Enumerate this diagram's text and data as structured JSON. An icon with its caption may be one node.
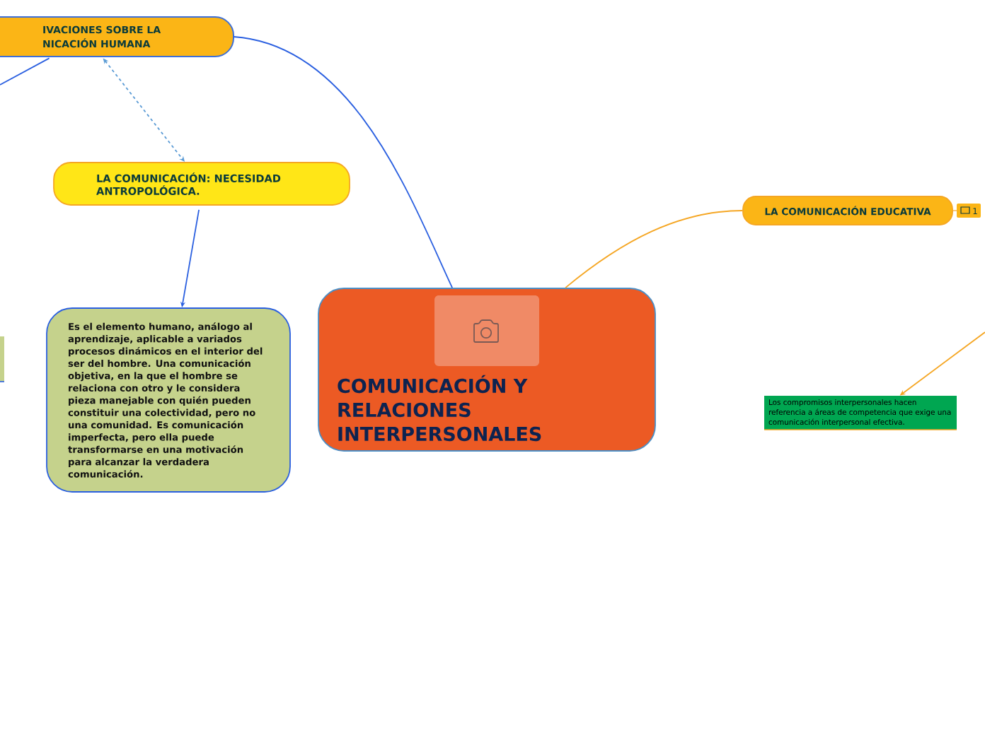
{
  "diagram": {
    "nodes": [
      {
        "text": [
          "IVACIONES SOBRE LA NICACIÓN HUMANA"
        ]
      },
      {
        "text": [
          "LA COMUNICACIÓN: NECESIDAD ANTROPOLÓGICA."
        ]
      },
      {
        "text": [],
        "shape": "box"
      },
      {
        "text": [
          "Es el elemento humano, análogo al aprendizaje, aplicable a variados procesos dinámicos en el interior del ser del hombre. Una comunicación objetiva, en la que el hombre se relaciona con otro y le considera pieza manejable con quién pueden constituir una colectividad, pero no una comunidad. Es comunicación imperfecta, pero ella puede transformarse en una motivación para alcanzar la verdadera comunicación."
        ]
      },
      {
        "text": [
          "COMUNICACIÓN Y RELACIONES INTERPERSONALES"
        ]
      },
      {
        "text": [
          "LA COMUNICACIÓN EDUCATIVA"
        ]
      },
      {
        "text": [
          "Los compromisos interpersonales hacen referencia a áreas de competencia que exige una comunicación interpersonal efectiva."
        ]
      }
    ],
    "edges": [
      {
        "from": 0,
        "to": null,
        "arrow": "none"
      },
      {
        "from": 0,
        "to": 1,
        "arrow": "both",
        "style": "dashed",
        "color": "#5b9bd5"
      },
      {
        "from": 1,
        "to": 3,
        "arrow": "to"
      },
      {
        "from": 0,
        "to": 4,
        "arrow": "none"
      },
      {
        "from": 4,
        "to": 5,
        "arrow": "none",
        "color": "#f5a623"
      },
      {
        "from": null,
        "to": 6,
        "arrow": "to",
        "color": "#f5a623"
      }
    ],
    "labels": [
      "1"
    ]
  }
}
